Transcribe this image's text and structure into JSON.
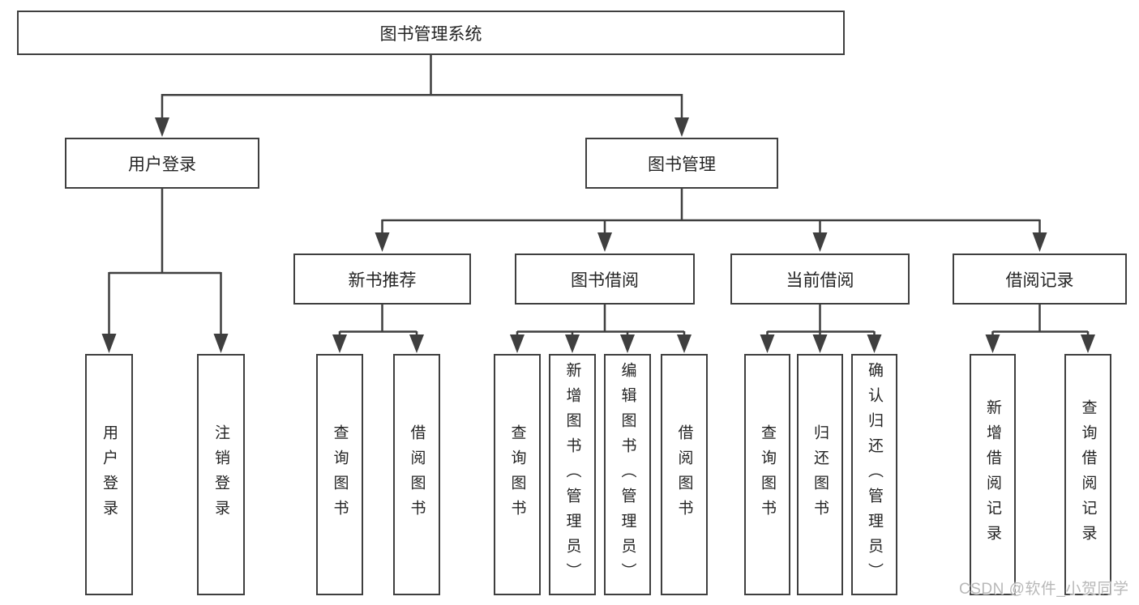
{
  "tree": {
    "label": "图书管理系统",
    "children": [
      {
        "label": "用户登录",
        "children": [
          {
            "label": "用户登录"
          },
          {
            "label": "注销登录"
          }
        ]
      },
      {
        "label": "图书管理",
        "children": [
          {
            "label": "新书推荐",
            "children": [
              {
                "label": "查询图书"
              },
              {
                "label": "借阅图书"
              }
            ]
          },
          {
            "label": "图书借阅",
            "children": [
              {
                "label": "查询图书"
              },
              {
                "label": "新增图书（管理员）"
              },
              {
                "label": "编辑图书（管理员）"
              },
              {
                "label": "借阅图书"
              }
            ]
          },
          {
            "label": "当前借阅",
            "children": [
              {
                "label": "查询图书"
              },
              {
                "label": "归还图书"
              },
              {
                "label": "确认归还（管理员）"
              }
            ]
          },
          {
            "label": "借阅记录",
            "children": [
              {
                "label": "新增借阅记录"
              },
              {
                "label": "查询借阅记录"
              }
            ]
          }
        ]
      }
    ]
  },
  "watermark": {
    "text": "CSDN @软件_小贺同学"
  },
  "colors": {
    "line": "#3f3f3f",
    "text": "#242424",
    "box_background": "#ffffff",
    "page_background": "#ffffff",
    "watermark": "#b8b8b8"
  }
}
